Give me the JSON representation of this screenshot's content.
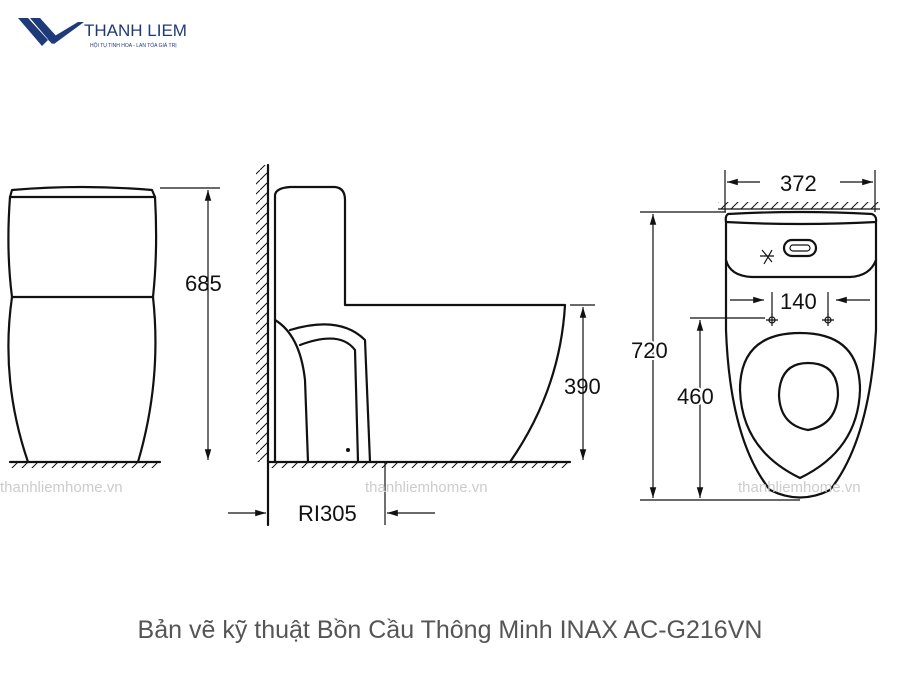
{
  "logo": {
    "brand": "THANH LIEM",
    "tagline": "HỘI TỤ TINH HOA - LAN TỎA GIÁ TRỊ",
    "color": "#1e3a7a"
  },
  "dimensions": {
    "front_height": "685",
    "bowl_height": "390",
    "rough_in": "RI305",
    "width": "372",
    "length": "720",
    "bolt_spacing": "140",
    "bolt_to_front": "460"
  },
  "watermark": "thanhliemhome.vn",
  "caption": "Bản vẽ kỹ thuật Bồn Cầu Thông Minh INAX AC-G216VN"
}
